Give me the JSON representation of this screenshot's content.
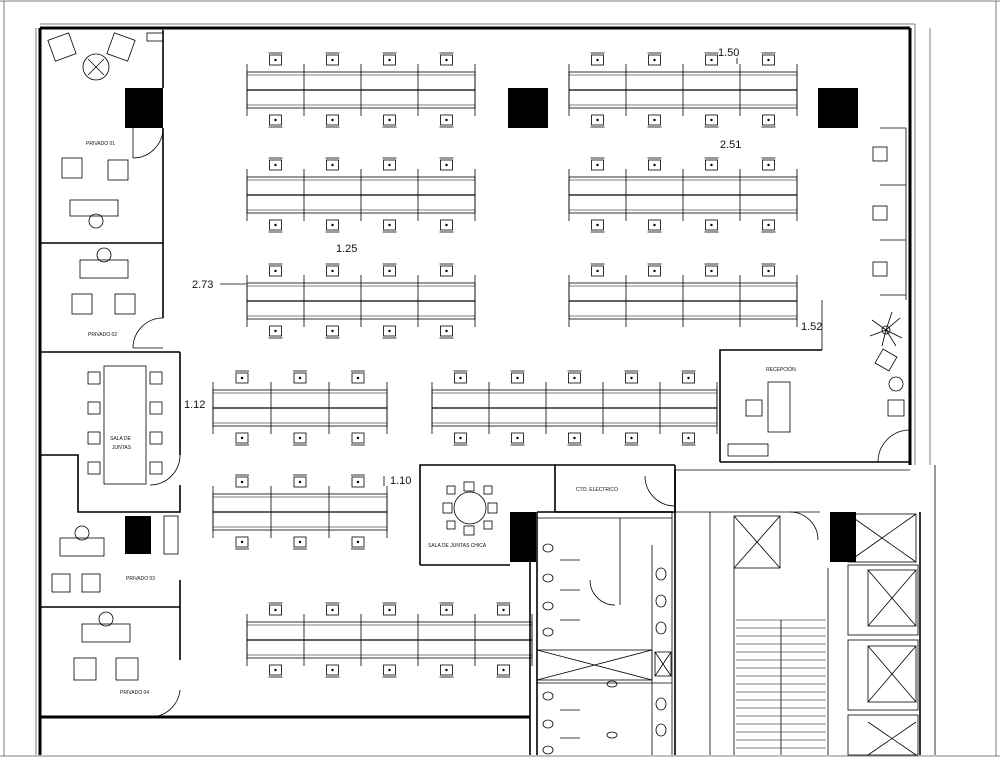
{
  "rooms": {
    "privado_01": "PRIVADO 01",
    "privado_02": "PRIVADO 02",
    "privado_03": "PRIVADO 03",
    "privado_04": "PRIVADO 04",
    "sala_juntas_1": "SALA DE",
    "sala_juntas_2": "JUNTAS",
    "sala_chica": "SALA DE JUNTAS CHICA",
    "recepcion": "RECEPCIÓN",
    "cto_electrico": "CTO. ELECTRICO"
  },
  "dimensions": {
    "d150": "1.50",
    "d251": "2.51",
    "d125": "1.25",
    "d273": "2.73",
    "d152": "1.52",
    "d112": "1.12",
    "d110": "1.10"
  }
}
